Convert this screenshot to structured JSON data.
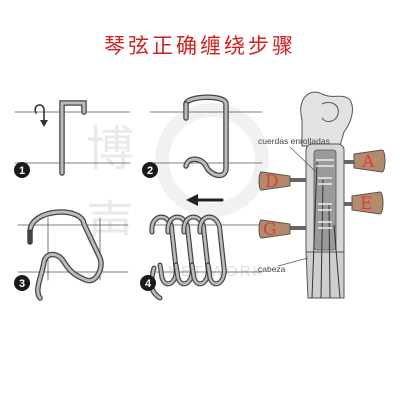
{
  "title": "琴弦正确缠绕步骤",
  "steps": [
    "1",
    "2",
    "3",
    "4"
  ],
  "pegs": [
    "D",
    "A",
    "E",
    "G"
  ],
  "notes": {
    "coiled_strings": "cuerdas enrolladas",
    "head": "cabeza"
  },
  "watermark": {
    "char1": "博",
    "char2": "声",
    "latin": "NET WORK"
  },
  "colors": {
    "title": "#d21f1f",
    "peg_label": "#e33b3b",
    "peg_fill": "#b38a6a"
  }
}
